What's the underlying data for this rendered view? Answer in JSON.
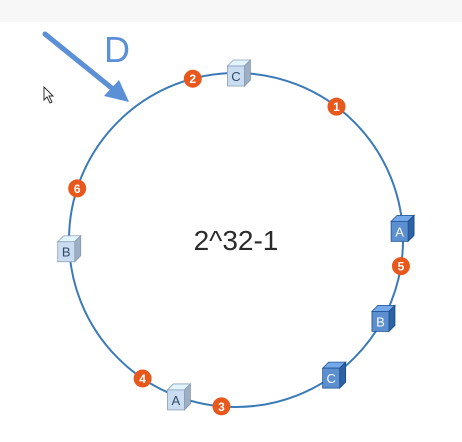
{
  "diagram": {
    "center_label": "2^32-1",
    "incoming_label": "D",
    "colors": {
      "ring": "#3b7bb8",
      "arrow": "#5b8fd6",
      "marker_fill": "#e8581c",
      "marker_text": "#ffffff",
      "cube_dark_front": "#5b8fcf",
      "cube_dark_text": "#ffffff",
      "cube_light_front": "#c9dcf2",
      "cube_light_text": "#334a66",
      "center_text": "#2b2b2b"
    },
    "markers": [
      {
        "label": "1",
        "angle_deg": 307
      },
      {
        "label": "2",
        "angle_deg": 255
      },
      {
        "label": "3",
        "angle_deg": 95
      },
      {
        "label": "4",
        "angle_deg": 124
      },
      {
        "label": "5",
        "angle_deg": 9
      },
      {
        "label": "6",
        "angle_deg": 198
      }
    ],
    "nodes": [
      {
        "label": "C",
        "angle_deg": 271,
        "style": "light"
      },
      {
        "label": "A",
        "angle_deg": 356,
        "style": "dark"
      },
      {
        "label": "B",
        "angle_deg": 28,
        "style": "dark"
      },
      {
        "label": "C",
        "angle_deg": 54,
        "style": "dark"
      },
      {
        "label": "A",
        "angle_deg": 110,
        "style": "light"
      },
      {
        "label": "B",
        "angle_deg": 177,
        "style": "light"
      }
    ]
  },
  "cursor": {
    "icon": "pointer-cursor-icon"
  }
}
